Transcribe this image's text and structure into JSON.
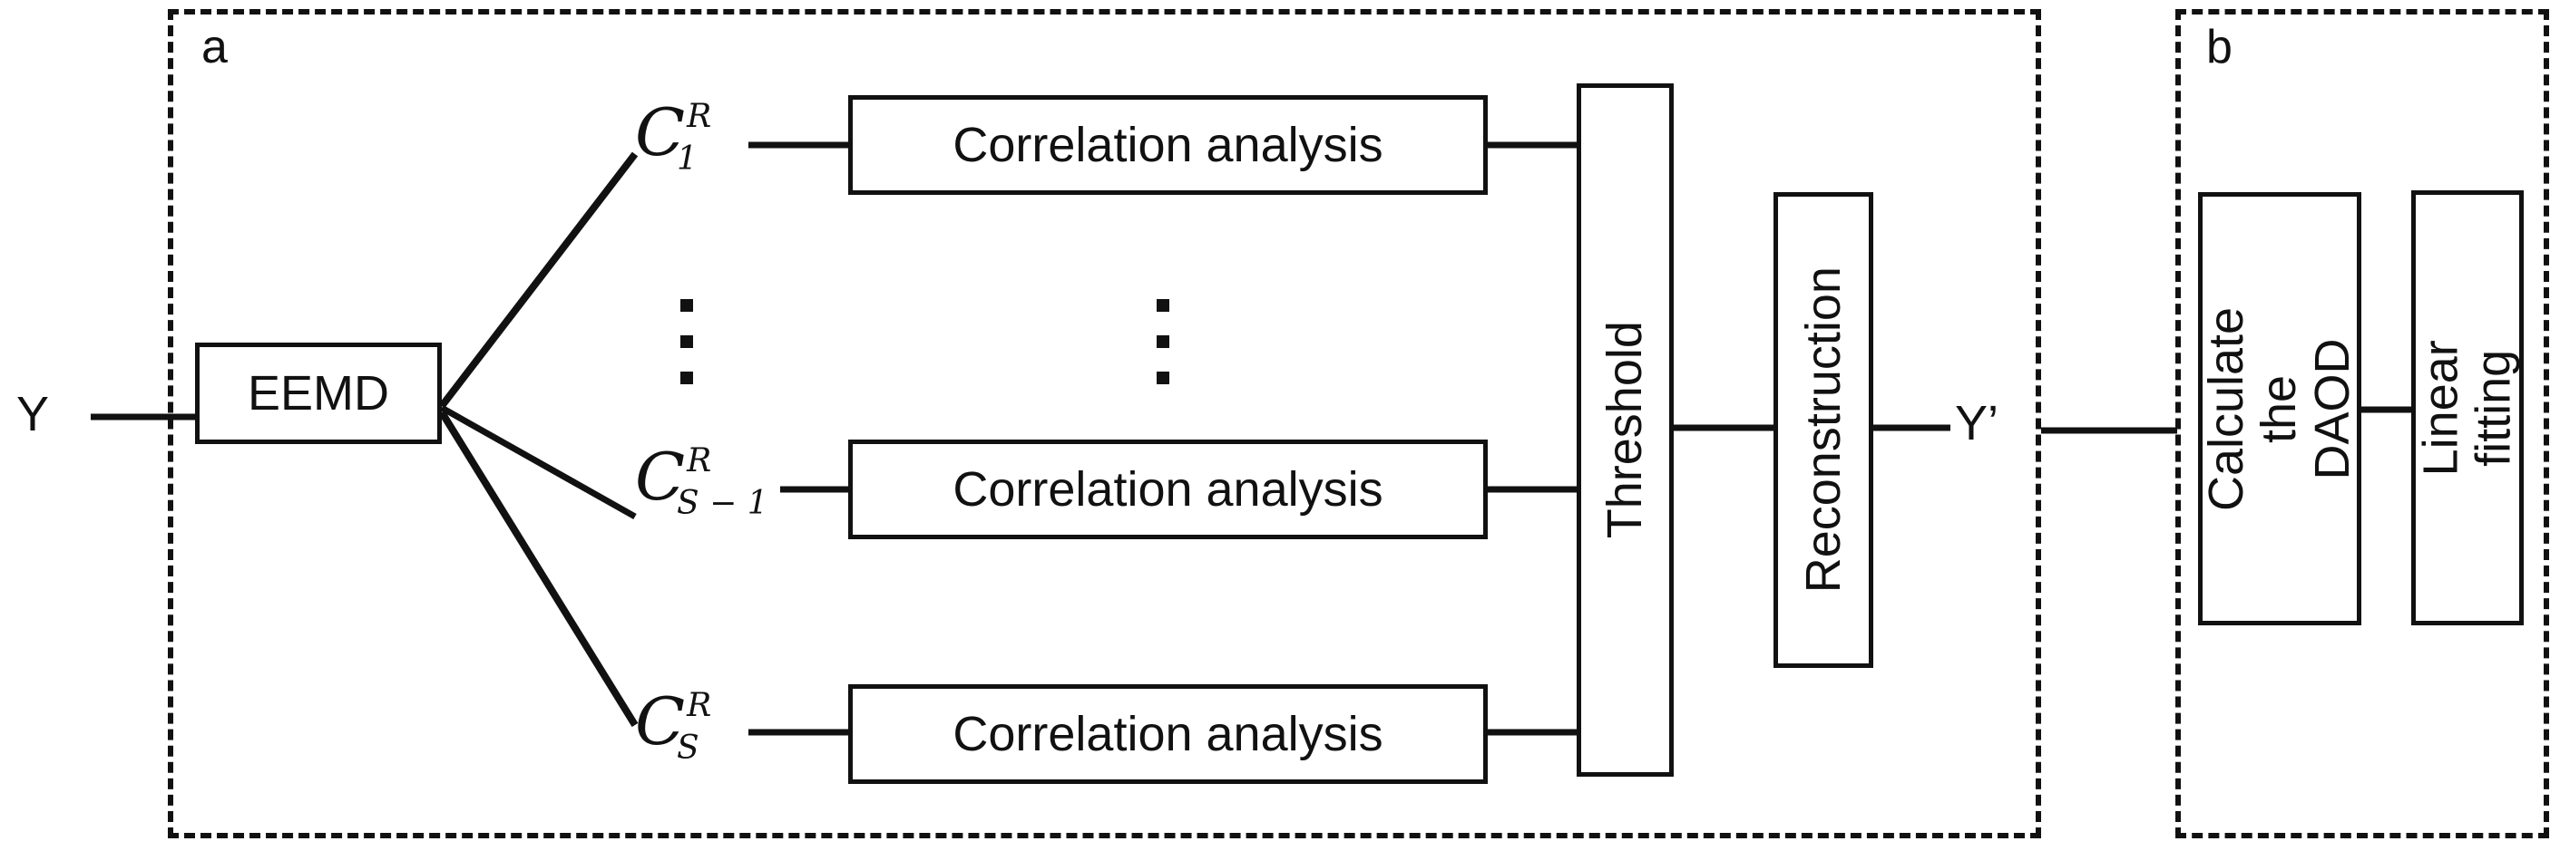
{
  "figure": {
    "type": "flowchart",
    "panels": [
      {
        "letter": "a"
      },
      {
        "letter": "b"
      }
    ]
  },
  "labels": {
    "input_signal": "Y",
    "denoised_signal": "Y’"
  },
  "panel_a": {
    "letter": "a",
    "eemd_box": "EEMD",
    "imf_labels": [
      {
        "base": "C",
        "sup": "R",
        "sub": "1"
      },
      {
        "base": "C",
        "sup": "R",
        "sub": "S − 1"
      },
      {
        "base": "C",
        "sup": "R",
        "sub": "S"
      }
    ],
    "correlation_boxes": [
      "Correlation analysis",
      "Correlation analysis",
      "Correlation analysis"
    ],
    "threshold_box": "Threshold",
    "reconstruction_box": "Reconstruction",
    "ellipsis_count": 3
  },
  "panel_b": {
    "letter": "b",
    "daod_box": "Calculate the\nDAOD",
    "fitting_box": "Linear fitting"
  },
  "colors": {
    "stroke": "#111111",
    "background": "#ffffff"
  }
}
